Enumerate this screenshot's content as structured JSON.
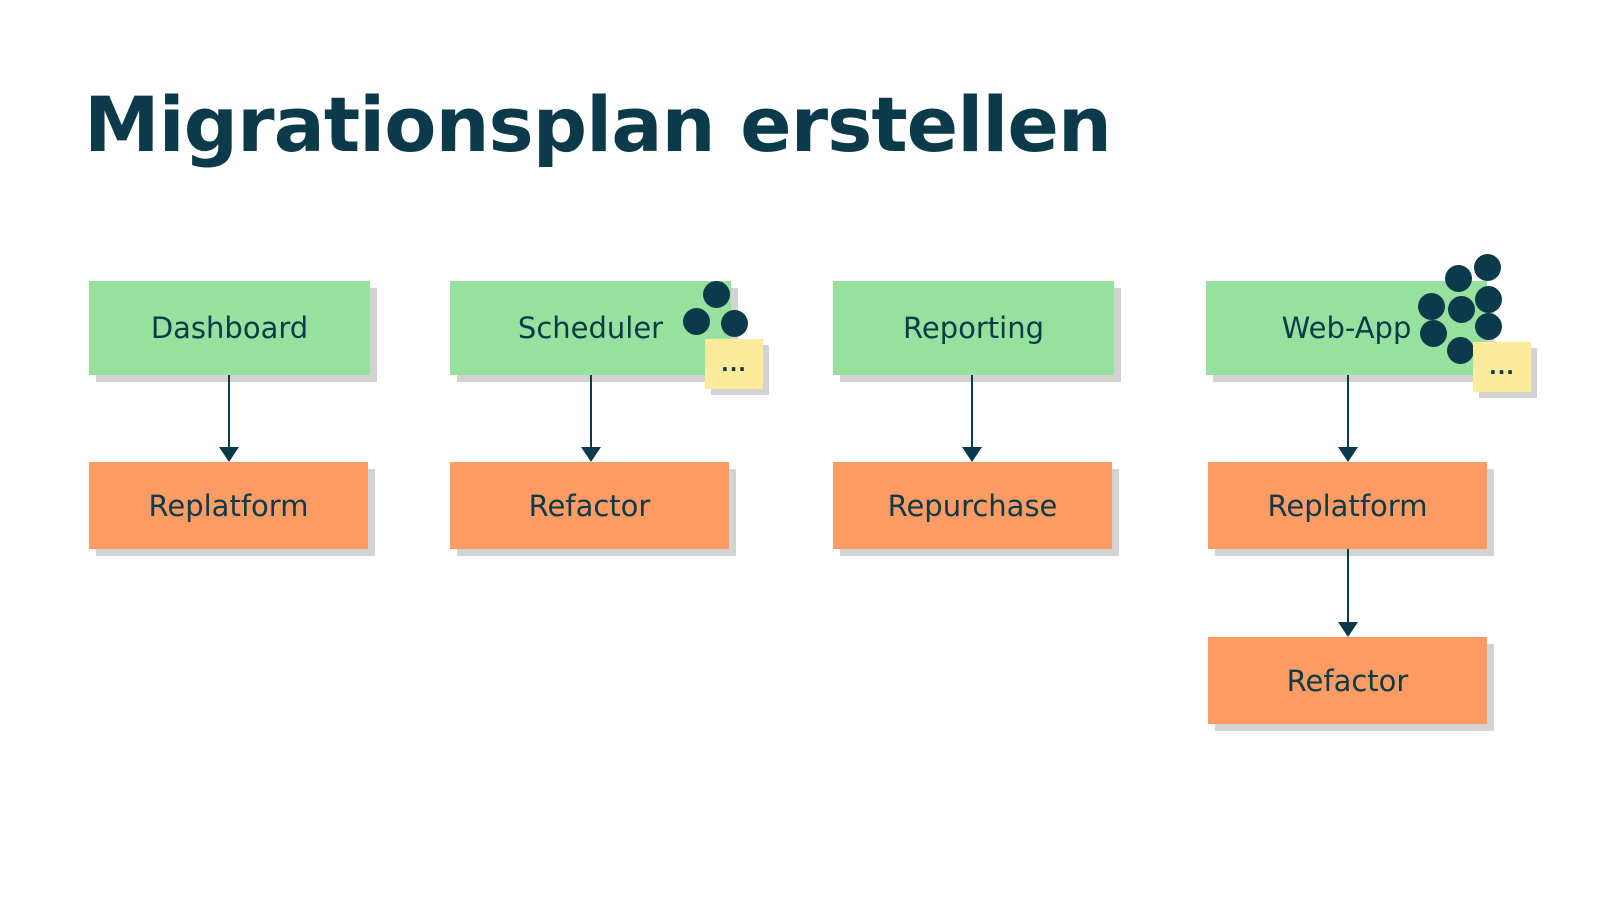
{
  "title": "Migrationsplan erstellen",
  "apps": [
    {
      "name": "Dashboard",
      "strategies": [
        "Replatform"
      ]
    },
    {
      "name": "Scheduler",
      "strategies": [
        "Refactor"
      ],
      "note": "..."
    },
    {
      "name": "Reporting",
      "strategies": [
        "Repurchase"
      ]
    },
    {
      "name": "Web-App",
      "strategies": [
        "Replatform",
        "Refactor"
      ],
      "note": "..."
    }
  ],
  "colors": {
    "app_box": "#95e19d",
    "strategy_box": "#ff9b63",
    "note": "#fbeb9a",
    "ink": "#0b3a4a"
  }
}
